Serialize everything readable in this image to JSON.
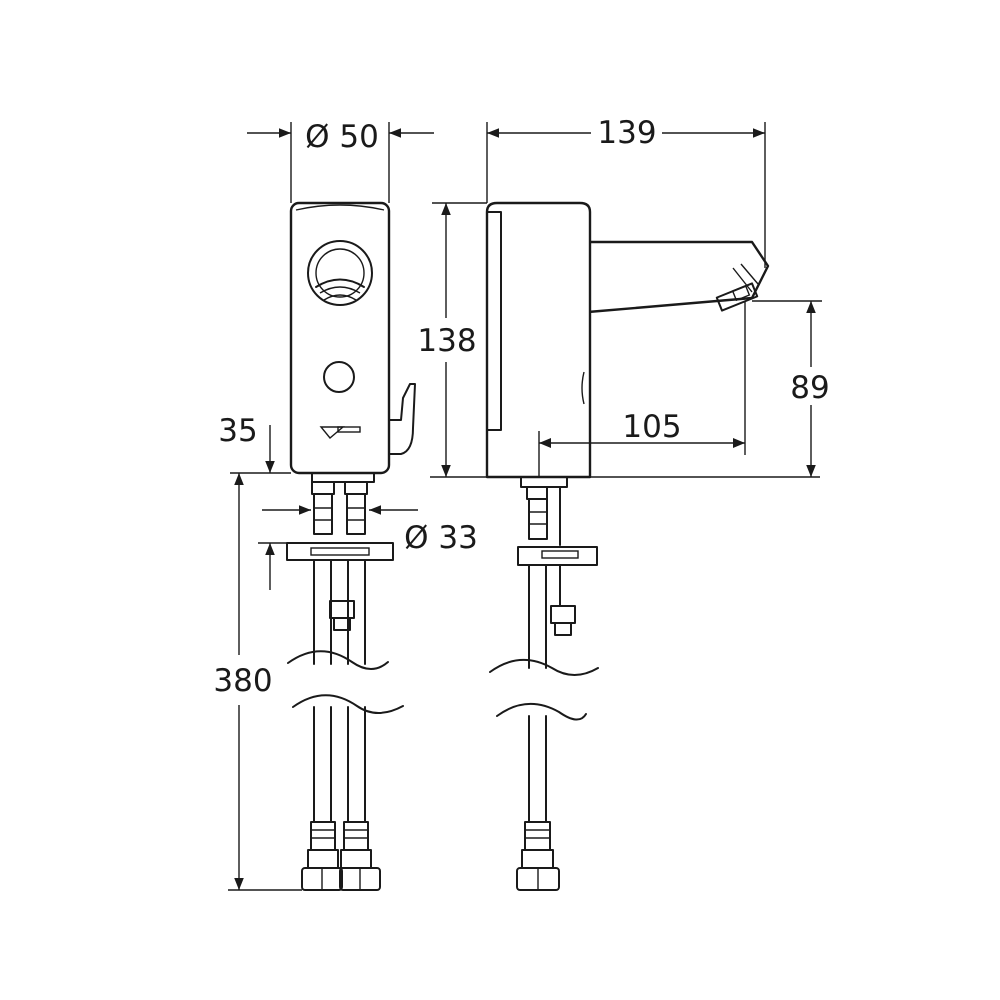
{
  "dimensions": {
    "diameter_body": "Ø 50",
    "width_total": "139",
    "height_body": "138",
    "spout_height": "89",
    "spout_reach": "105",
    "offset_top": "35",
    "diameter_base": "Ø 33",
    "hose_length": "380"
  },
  "colors": {
    "line": "#1a1a1a",
    "background": "#ffffff"
  }
}
